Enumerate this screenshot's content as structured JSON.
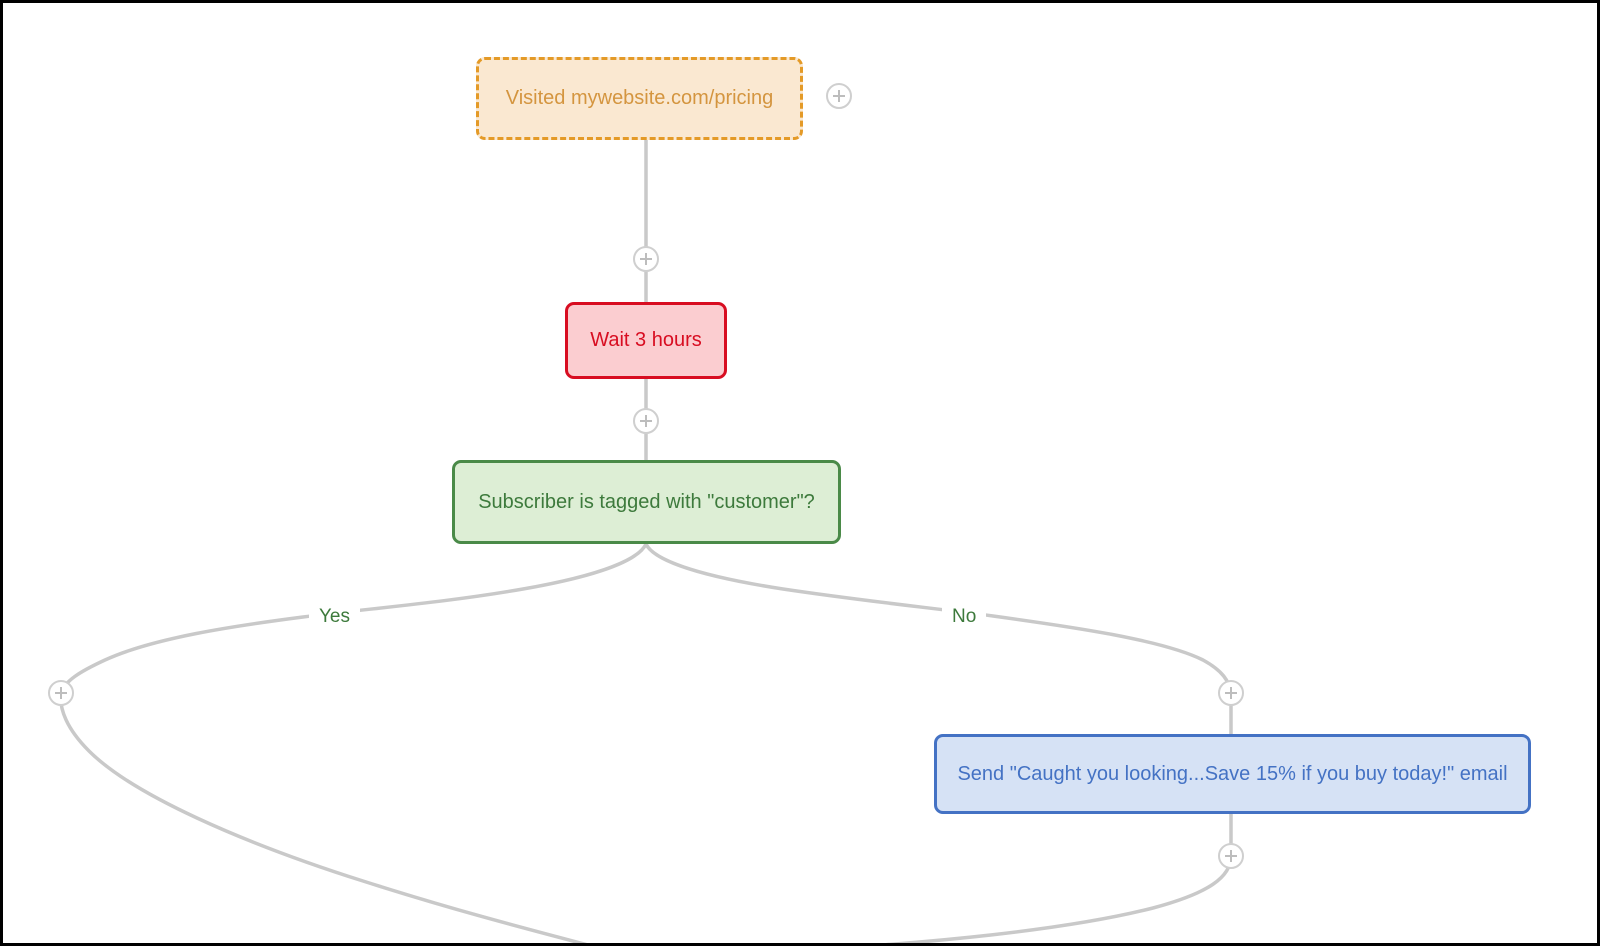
{
  "canvas": {
    "background_color": "#ffffff",
    "frame_border_color": "#000000",
    "connector_color": "#c9c9c9"
  },
  "nodes": {
    "trigger": {
      "label": "Visited mywebsite.com/pricing",
      "type": "trigger",
      "border_color": "#e49a27",
      "fill_color": "#fae8d1",
      "text_color": "#d4953f",
      "border_style": "dashed"
    },
    "wait": {
      "label": "Wait 3 hours",
      "type": "delay",
      "border_color": "#d80d21",
      "fill_color": "#fbcdd0",
      "text_color": "#d80d21",
      "border_style": "solid"
    },
    "condition": {
      "label": "Subscriber is tagged with \"customer\"?",
      "type": "condition",
      "border_color": "#4a8a48",
      "fill_color": "#ddeed5",
      "text_color": "#3d7a3c",
      "border_style": "solid"
    },
    "email": {
      "label": "Send \"Caught you looking...Save 15% if you buy today!\" email",
      "type": "action",
      "border_color": "#4472c4",
      "fill_color": "#d6e2f5",
      "text_color": "#4472c4",
      "border_style": "solid"
    }
  },
  "branches": {
    "yes_label": "Yes",
    "no_label": "No",
    "label_color": "#3d7a3c"
  },
  "add_handles": [
    {
      "name": "add-step-beside-trigger",
      "icon": "plus-icon"
    },
    {
      "name": "add-step-trigger-to-wait",
      "icon": "plus-icon"
    },
    {
      "name": "add-step-wait-to-condition",
      "icon": "plus-icon"
    },
    {
      "name": "add-step-yes-branch",
      "icon": "plus-icon"
    },
    {
      "name": "add-step-no-branch",
      "icon": "plus-icon"
    },
    {
      "name": "add-step-after-email",
      "icon": "plus-icon"
    }
  ]
}
